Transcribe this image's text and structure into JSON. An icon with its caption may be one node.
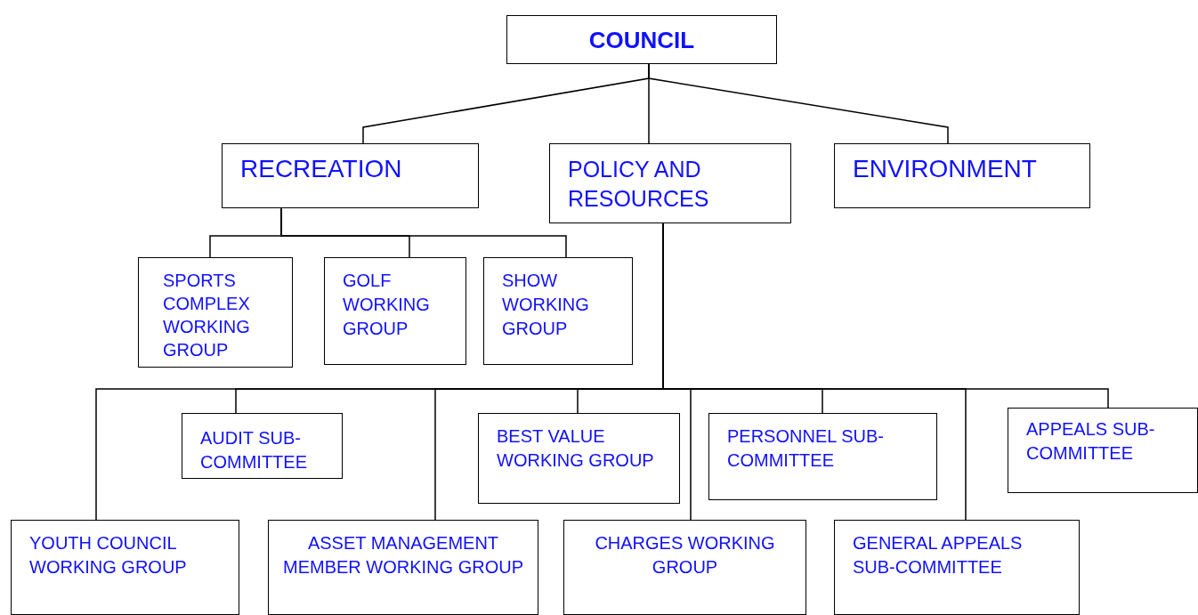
{
  "diagram": {
    "nodes": [
      {
        "text": [
          "COUNCIL"
        ]
      },
      {
        "text": [
          "RECREATION"
        ]
      },
      {
        "text": [
          "POLICY AND RESOURCES"
        ]
      },
      {
        "text": [
          "ENVIRONMENT"
        ]
      },
      {
        "text": [
          "SPORTS COMPLEX WORKING GROUP"
        ]
      },
      {
        "text": [
          "GOLF WORKING GROUP"
        ]
      },
      {
        "text": [
          "SHOW WORKING GROUP"
        ]
      },
      {
        "text": [
          "AUDIT SUB-COMMITTEE"
        ]
      },
      {
        "text": [
          "BEST VALUE WORKING GROUP"
        ]
      },
      {
        "text": [
          "PERSONNEL SUB-COMMITTEE"
        ]
      },
      {
        "text": [
          "APPEALS SUB-COMMITTEE"
        ]
      },
      {
        "text": [
          "YOUTH COUNCIL WORKING GROUP"
        ]
      },
      {
        "text": [
          "ASSET MANAGEMENT MEMBER WORKING GROUP"
        ]
      },
      {
        "text": [
          "CHARGES WORKING GROUP"
        ]
      },
      {
        "text": [
          "GENERAL APPEALS SUB-COMMITTEE"
        ]
      }
    ],
    "edges": [
      {
        "from": 0,
        "to": 1,
        "arrow": "none"
      },
      {
        "from": 0,
        "to": 2,
        "arrow": "none"
      },
      {
        "from": 0,
        "to": 3,
        "arrow": "none"
      },
      {
        "from": 1,
        "to": 4,
        "arrow": "none"
      },
      {
        "from": 1,
        "to": 5,
        "arrow": "none"
      },
      {
        "from": 1,
        "to": 6,
        "arrow": "none"
      },
      {
        "from": 2,
        "to": 11,
        "arrow": "none"
      },
      {
        "from": 2,
        "to": 7,
        "arrow": "none"
      },
      {
        "from": 2,
        "to": 12,
        "arrow": "none"
      },
      {
        "from": 2,
        "to": 8,
        "arrow": "none"
      },
      {
        "from": 2,
        "to": 13,
        "arrow": "none"
      },
      {
        "from": 2,
        "to": 9,
        "arrow": "none"
      },
      {
        "from": 2,
        "to": 14,
        "arrow": "none"
      },
      {
        "from": 2,
        "to": 10,
        "arrow": "none"
      }
    ]
  }
}
